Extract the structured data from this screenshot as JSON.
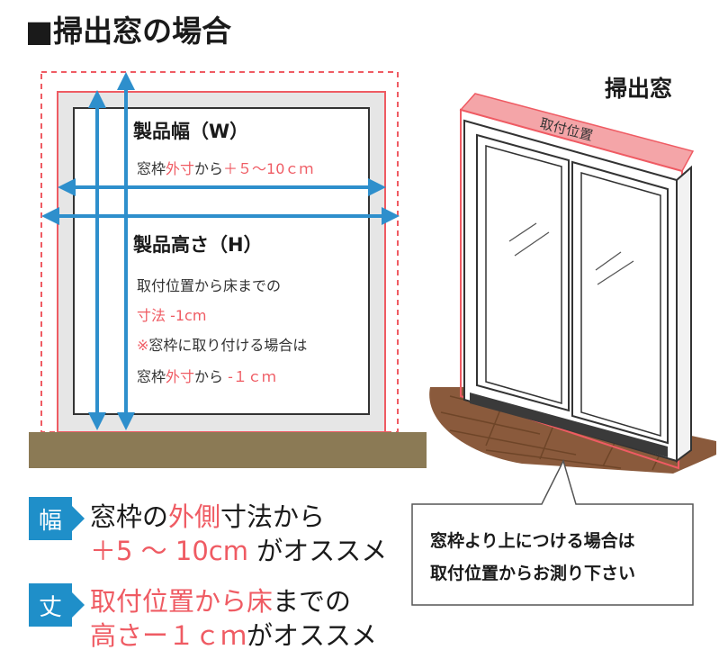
{
  "title": "■掃出窓の場合",
  "window_label": "掃出窓",
  "mounting_position_label": "取付位置",
  "width_section": {
    "heading": "製品幅（W）",
    "line": [
      "窓枠",
      "外寸",
      "から",
      "＋５～10ｃｍ"
    ]
  },
  "height_section": {
    "heading": "製品高さ（H）",
    "line1": "取付位置から床までの",
    "line2": "寸法 -1cm",
    "note_mark": "※",
    "note_text": "窓枠に取り付ける場合は",
    "line4": [
      "窓枠",
      "外寸",
      "から",
      " -１ｃｍ"
    ]
  },
  "callout": {
    "line1": "窓枠より上につける場合は",
    "line2": "取付位置からお測り下さい"
  },
  "recommendations": [
    {
      "badge": "幅",
      "line1": [
        "窓枠の",
        "外側",
        "寸法から"
      ],
      "line2": [
        "＋5 ～ 10cm",
        " がオススメ"
      ]
    },
    {
      "badge": "丈",
      "line1": [
        "取付位置から床",
        "までの"
      ],
      "line2": [
        "高さー１ｃｍ",
        "がオススメ"
      ]
    }
  ],
  "colors": {
    "accent_red": "#ef5b63",
    "arrow_blue": "#2e8fcc",
    "badge_blue": "#1f8fc9",
    "floor": "#8b7a55",
    "deck": "#8a5a3c",
    "pink_fill": "#f4a5a8"
  }
}
